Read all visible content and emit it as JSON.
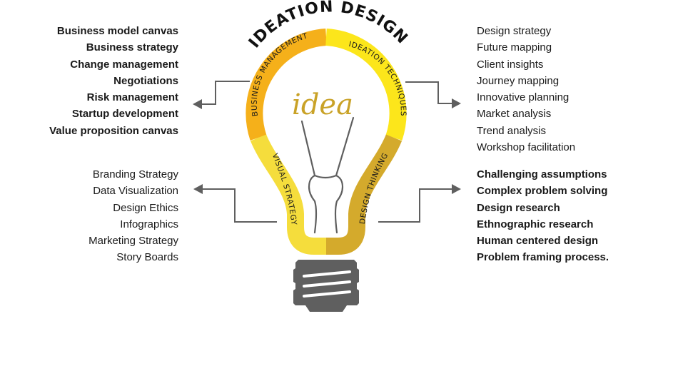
{
  "title": "IDEATION DESIGN",
  "center_word": "idea",
  "colors": {
    "business_management": "#F5B01A",
    "ideation_techniques": "#FCE61B",
    "visual_strategy": "#F5DD3C",
    "design_thinking": "#D4AA2C",
    "connector": "#5F5F5F",
    "bulb_base": "#5F5F5F",
    "filament": "#5F5F5F",
    "idea_script": "#C9A227"
  },
  "segments": {
    "business_management": {
      "label": "BUSINESS MANAGEMENT",
      "items": [
        "Business model canvas",
        "Business strategy",
        "Change management",
        "Negotiations",
        "Risk management",
        "Startup development",
        "Value proposition canvas"
      ]
    },
    "ideation_techniques": {
      "label": "IDEATION TECHNIQUES",
      "items": [
        "Design strategy",
        "Future mapping",
        "Client insights",
        "Journey mapping",
        "Innovative planning",
        "Market analysis",
        "Trend analysis",
        "Workshop facilitation"
      ]
    },
    "visual_strategy": {
      "label": "VISUAL STRATEGY",
      "items": [
        "Branding Strategy",
        "Data Visualization",
        "Design Ethics",
        "Infographics",
        "Marketing Strategy",
        "Story Boards"
      ]
    },
    "design_thinking": {
      "label": "DESIGN THINKING",
      "items": [
        "Challenging assumptions",
        "Complex problem solving",
        "Design research",
        "Ethnographic research",
        "Human centered design",
        "Problem framing process."
      ]
    }
  }
}
